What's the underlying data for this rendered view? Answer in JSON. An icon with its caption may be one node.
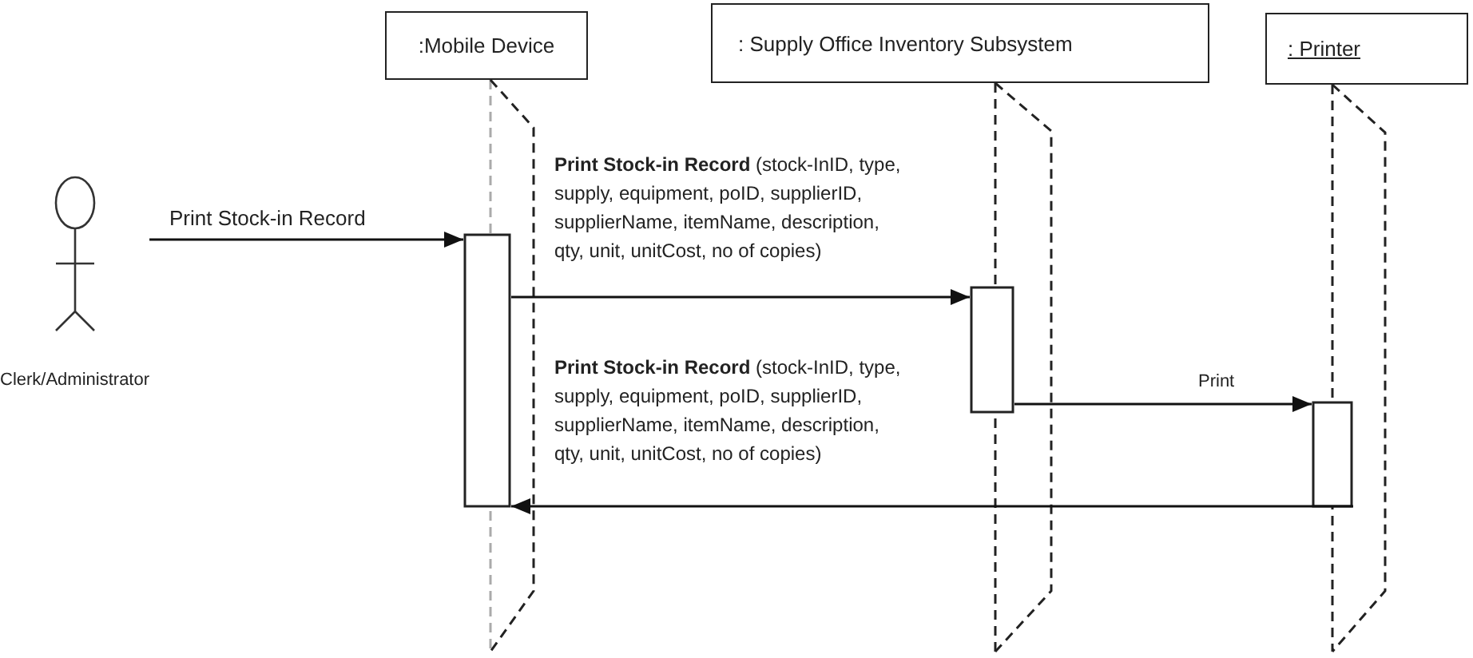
{
  "diagram": {
    "nodes": [
      {
        "text": [
          "Clerk/Administrator"
        ]
      },
      {
        "text": [
          ":Mobile Device"
        ]
      },
      {
        "text": [
          ": Supply Office Inventory Subsystem"
        ]
      },
      {
        "text": [
          ": Printer"
        ]
      },
      {
        "text": [],
        "shape": "bar"
      },
      {
        "text": [],
        "shape": "bar"
      },
      {
        "text": [],
        "shape": "bar"
      }
    ],
    "edges": [
      {
        "from": 0,
        "to": 4,
        "arrow": "to",
        "label": "Print Stock-in Record"
      },
      {
        "from": 4,
        "to": 5,
        "arrow": "to",
        "label": "**Print Stock-in Record** (stock-InID, type, supply, equipment, poID, supplierID, supplierName, itemName, description, qty, unit, unitCost, no of copies)"
      },
      {
        "from": 5,
        "to": 6,
        "arrow": "to",
        "label": "Print"
      },
      {
        "from": 6,
        "to": 4,
        "arrow": "to",
        "label": "**Print Stock-in Record** (stock-InID, type, supply, equipment, poID, supplierID, supplierName, itemName, description, qty, unit, unitCost, no of copies)"
      }
    ]
  }
}
